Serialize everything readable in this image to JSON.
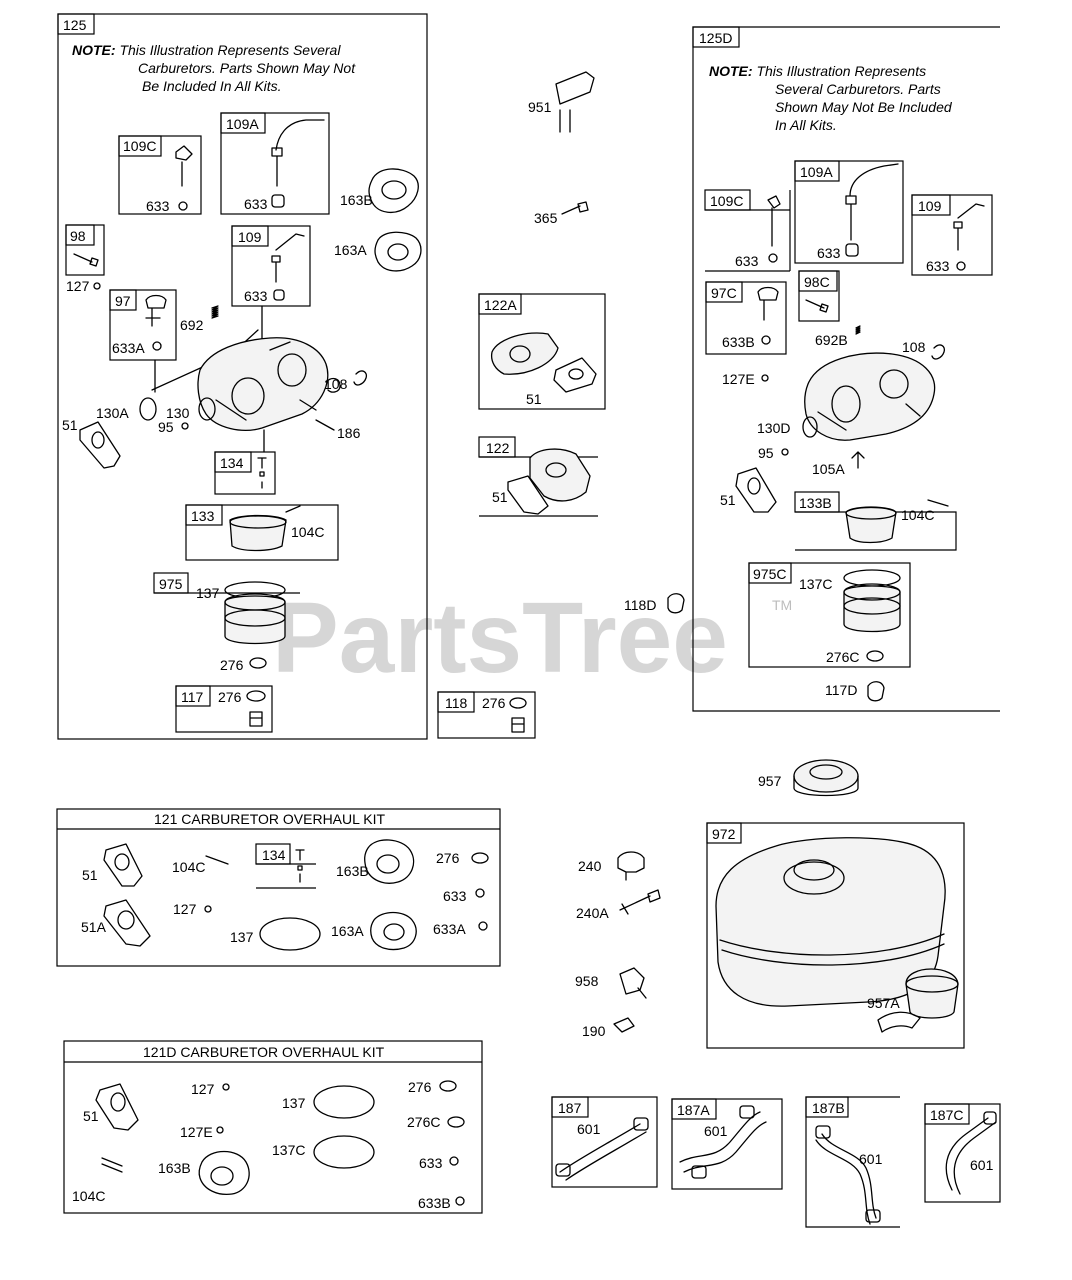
{
  "watermark": {
    "text": "PartsTree",
    "tm": "TM"
  },
  "note_left": {
    "prefix": "NOTE:",
    "lines": [
      "This Illustration Represents Several",
      "Carburetors. Parts Shown May Not",
      "Be Included In All Kits."
    ]
  },
  "note_right": {
    "prefix": "NOTE:",
    "lines": [
      "This Illustration Represents",
      "Several Carburetors. Parts",
      "Shown May Not Be Included",
      "In All Kits."
    ]
  },
  "kits": {
    "k121": "121 CARBURETOR OVERHAUL KIT",
    "k121d": "121D CARBURETOR OVERHAUL KIT"
  },
  "labels": {
    "b125": "125",
    "b109c": "109C",
    "b109a": "109A",
    "b98": "98",
    "b109": "109",
    "b97": "97",
    "b134": "134",
    "b133": "133",
    "b975": "975",
    "b117": "117",
    "l633a": "633",
    "l633b": "633",
    "l163b": "163B",
    "l163a": "163A",
    "l127": "127",
    "l633c": "633",
    "l692": "692",
    "l633A": "633A",
    "l108": "108",
    "l130a": "130A",
    "l130": "130",
    "l95": "95",
    "l51": "51",
    "l186": "186",
    "l104c": "104C",
    "l137": "137",
    "l276a": "276",
    "l276b": "276",
    "l951": "951",
    "l365": "365",
    "b122a": "122A",
    "l51b": "51",
    "b122": "122",
    "l51c": "51",
    "l118d": "118D",
    "b118": "118",
    "l276c": "276",
    "b125d": "125D",
    "b109cR": "109C",
    "b109aR": "109A",
    "b109R": "109",
    "l633R1": "633",
    "l633R2": "633",
    "l633R3": "633",
    "b97c": "97C",
    "b98c": "98C",
    "l633bR": "633B",
    "l692b": "692B",
    "l108R": "108",
    "l127e": "127E",
    "l130d": "130D",
    "l95R": "95",
    "l105a": "105A",
    "l51R": "51",
    "b133b": "133B",
    "l104cR": "104C",
    "b975c": "975C",
    "l137c": "137C",
    "l276cR": "276C",
    "l117d": "117D",
    "l957": "957",
    "b972": "972",
    "l240": "240",
    "l240a": "240A",
    "l958": "958",
    "l190": "190",
    "l957a": "957A",
    "k1_51": "51",
    "k1_104c": "104C",
    "k1_b134": "134",
    "k1_163b": "163B",
    "k1_276": "276",
    "k1_633": "633",
    "k1_51a": "51A",
    "k1_127": "127",
    "k1_137": "137",
    "k1_163a": "163A",
    "k1_633a": "633A",
    "k2_51": "51",
    "k2_127": "127",
    "k2_137": "137",
    "k2_276": "276",
    "k2_127e": "127E",
    "k2_276c": "276C",
    "k2_163b": "163B",
    "k2_137c": "137C",
    "k2_633": "633",
    "k2_104c": "104C",
    "k2_633b": "633B",
    "b187": "187",
    "l601a": "601",
    "b187a": "187A",
    "l601b": "601",
    "b187b": "187B",
    "l601c": "601",
    "b187c": "187C",
    "l601d": "601"
  }
}
